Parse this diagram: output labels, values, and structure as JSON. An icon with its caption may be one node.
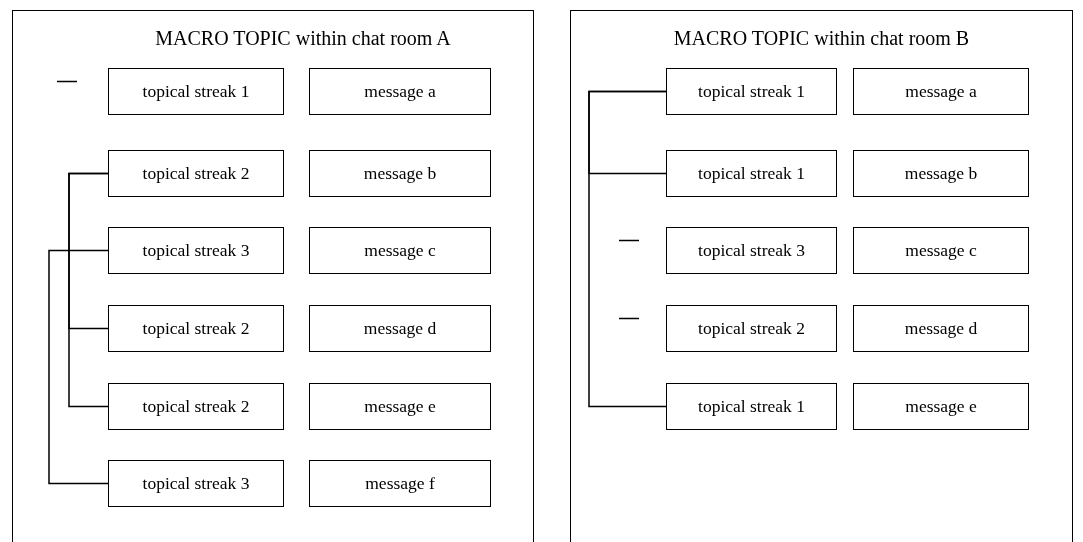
{
  "diagram": {
    "nodes": [
      {
        "text": [
          "MACRO TOPIC within chat room A"
        ]
      },
      {
        "text": [
          "topical streak 1"
        ],
        "in": 0
      },
      {
        "text": [
          "message a"
        ],
        "in": 0
      },
      {
        "text": [
          "topical streak 2"
        ],
        "in": 0
      },
      {
        "text": [
          "message b"
        ],
        "in": 0
      },
      {
        "text": [
          "topical streak 3"
        ],
        "in": 0
      },
      {
        "text": [
          "message c"
        ],
        "in": 0
      },
      {
        "text": [
          "topical streak 2"
        ],
        "in": 0
      },
      {
        "text": [
          "message d"
        ],
        "in": 0
      },
      {
        "text": [
          "topical streak 2"
        ],
        "in": 0
      },
      {
        "text": [
          "message e"
        ],
        "in": 0
      },
      {
        "text": [
          "topical streak 3"
        ],
        "in": 0
      },
      {
        "text": [
          "message f"
        ],
        "in": 0
      },
      {
        "text": [
          "MACRO TOPIC within chat room B"
        ]
      },
      {
        "text": [
          "topical streak 1"
        ],
        "in": 13
      },
      {
        "text": [
          "message a"
        ],
        "in": 13
      },
      {
        "text": [
          "topical streak 1"
        ],
        "in": 13
      },
      {
        "text": [
          "message b"
        ],
        "in": 13
      },
      {
        "text": [
          "topical streak 3"
        ],
        "in": 13
      },
      {
        "text": [
          "message c"
        ],
        "in": 13
      },
      {
        "text": [
          "topical streak 2"
        ],
        "in": 13
      },
      {
        "text": [
          "message d"
        ],
        "in": 13
      },
      {
        "text": [
          "topical streak 1"
        ],
        "in": 13
      },
      {
        "text": [
          "message e"
        ],
        "in": 13
      }
    ],
    "edges": [
      {
        "from": 3,
        "to": 7,
        "arrow": "none"
      },
      {
        "from": 3,
        "to": 9,
        "arrow": "none"
      },
      {
        "from": 5,
        "to": 11,
        "arrow": "none"
      },
      {
        "from": 14,
        "to": 16,
        "arrow": "none"
      },
      {
        "from": 14,
        "to": 22,
        "arrow": "none"
      }
    ]
  }
}
